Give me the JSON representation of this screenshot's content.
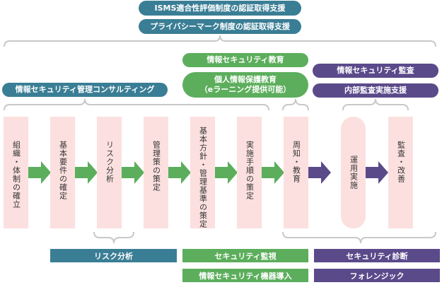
{
  "top_labels": {
    "isms": "ISMS適合性評価制度の認証取得支援",
    "privacy_mark": "プライバシーマーク制度の認証取得支援"
  },
  "mid_labels": {
    "consulting": "情報セキュリティ管理コンサルティング",
    "education": "情報セキュリティ教育",
    "privacy_education_line1": "個人情報保護教育",
    "privacy_education_line2": "（eラーニング提供可能）",
    "audit": "情報セキュリティ監査",
    "internal_audit": "内部監査実施支援"
  },
  "steps": [
    "組織・体制の確立",
    "基本要件の確定",
    "リスク分析",
    "管理策の策定",
    "基本方針・管理基準の策定",
    "実施手順の策定",
    "周知・教育",
    "運用実施",
    "監査・改善"
  ],
  "bottom_labels": {
    "risk_analysis": "リスク分析",
    "security_monitoring": "セキュリティ監視",
    "security_diagnosis": "セキュリティ診断",
    "equipment_install": "情報セキュリティ機器導入",
    "forensics": "フォレンジック"
  },
  "colors": {
    "teal": "#3a7e95",
    "green": "#5cae5c",
    "purple": "#5a4a8a",
    "step_fill": "#fbe0df",
    "bracket": "#c8c8c8"
  }
}
